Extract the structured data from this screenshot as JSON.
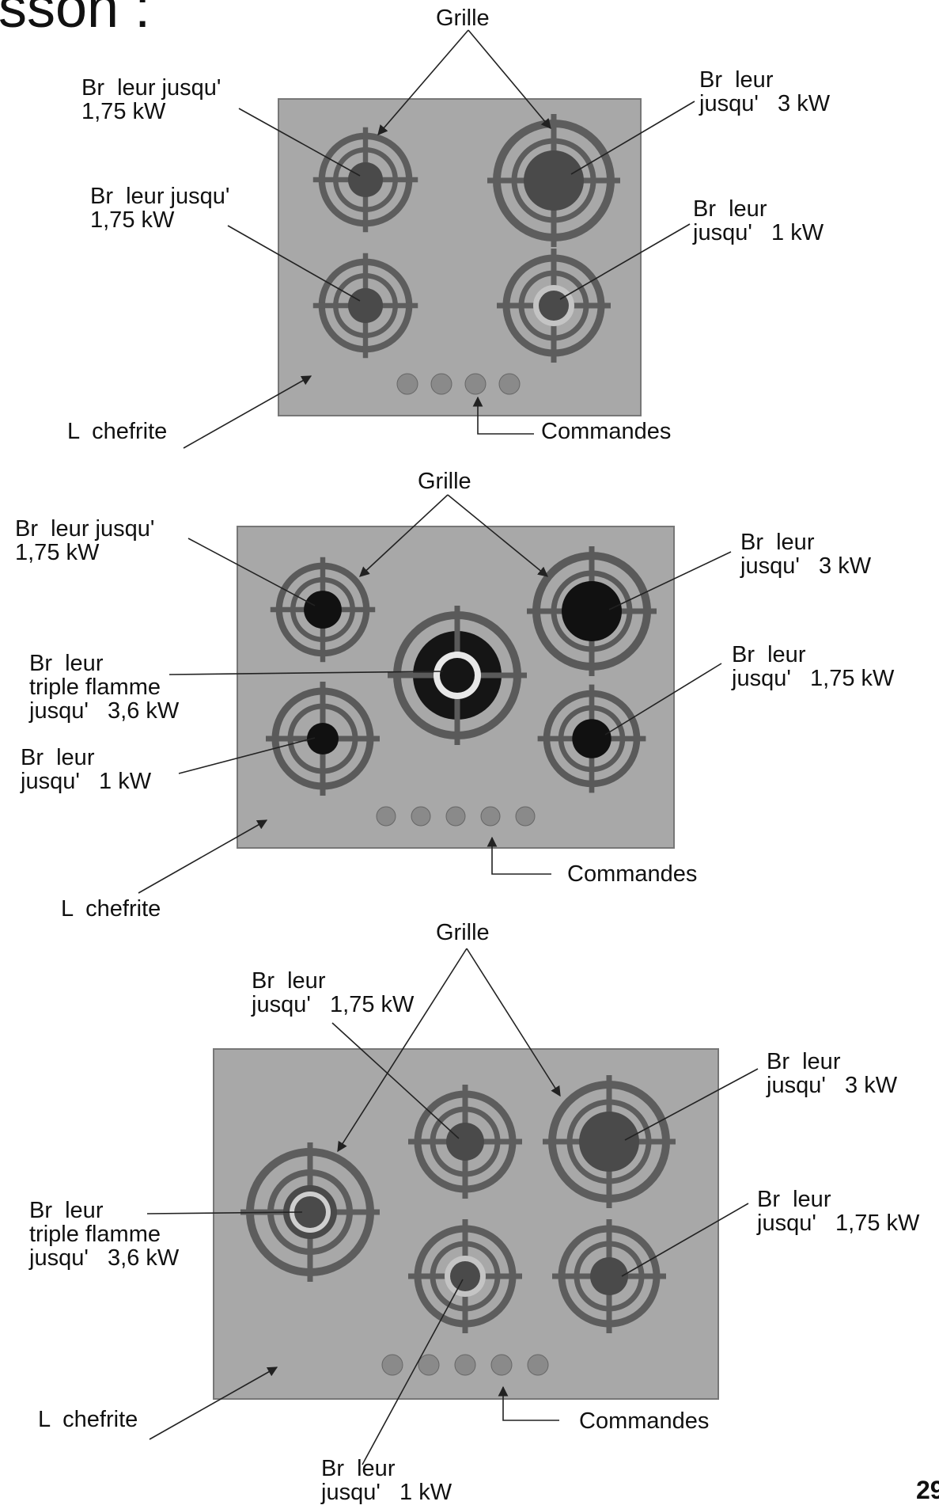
{
  "title": "sson :",
  "page_number": "29",
  "diagrams": [
    {
      "grille": "Grille",
      "labels": {
        "tl": "Br  leur jusqu'\n1,75 kW",
        "tr": "Br  leur\njusqu'   3 kW",
        "ml": "Br  leur jusqu'\n1,75 kW",
        "mr": "Br  leur\njusqu'   1 kW"
      },
      "lechefrite": "L  chefrite",
      "commandes": "Commandes"
    },
    {
      "grille": "Grille",
      "labels": {
        "tl": "Br  leur jusqu'\n1,75 kW",
        "tr": "Br  leur\njusqu'   3 kW",
        "triple": "Br  leur\ntriple flamme\njusqu'   3,6 kW",
        "bl": "Br  leur\njusqu'   1 kW",
        "mr": "Br  leur\njusqu'   1,75 kW"
      },
      "lechefrite": "L  chefrite",
      "commandes": "Commandes"
    },
    {
      "grille": "Grille",
      "labels": {
        "top": "Br  leur\njusqu'   1,75 kW",
        "tr": "Br  leur\njusqu'   3 kW",
        "triple": "Br  leur\ntriple flamme\njusqu'   3,6 kW",
        "mr": "Br  leur\njusqu'   1,75 kW",
        "bottom": "Br  leur\njusqu'   1 kW"
      },
      "lechefrite": "L  chefrite",
      "commandes": "Commandes"
    }
  ]
}
